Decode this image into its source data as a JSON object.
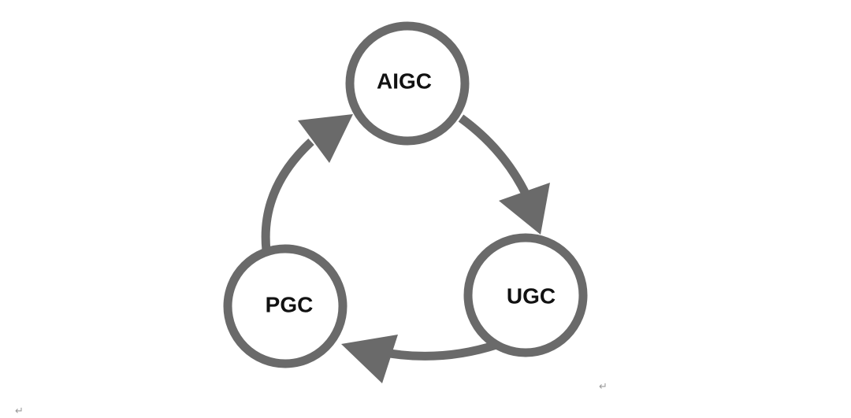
{
  "diagram": {
    "nodes": [
      {
        "id": "aigc",
        "label": "AIGC"
      },
      {
        "id": "ugc",
        "label": "UGC"
      },
      {
        "id": "pgc",
        "label": "PGC"
      }
    ],
    "edges": [
      {
        "from": "aigc",
        "to": "ugc"
      },
      {
        "from": "ugc",
        "to": "pgc"
      },
      {
        "from": "pgc",
        "to": "aigc"
      }
    ],
    "colors": {
      "ring": "#6a6a6a",
      "arrow": "#6a6a6a",
      "label": "#111111",
      "background": "#ffffff"
    }
  },
  "paragraph_marks": [
    "↵",
    "↵"
  ]
}
